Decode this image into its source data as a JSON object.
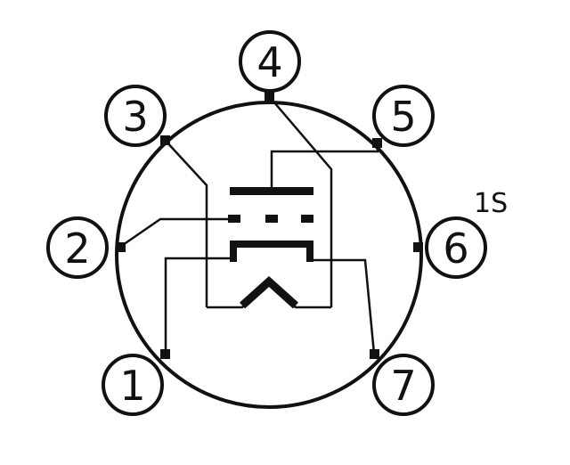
{
  "diagram": {
    "pins": [
      {
        "id": "pin-1",
        "label": "1"
      },
      {
        "id": "pin-2",
        "label": "2"
      },
      {
        "id": "pin-3",
        "label": "3"
      },
      {
        "id": "pin-4",
        "label": "4"
      },
      {
        "id": "pin-5",
        "label": "5"
      },
      {
        "id": "pin-6",
        "label": "6"
      },
      {
        "id": "pin-7",
        "label": "7"
      }
    ],
    "basing_code": "1S",
    "colors": {
      "ink": "#111111",
      "background": "#ffffff"
    }
  }
}
